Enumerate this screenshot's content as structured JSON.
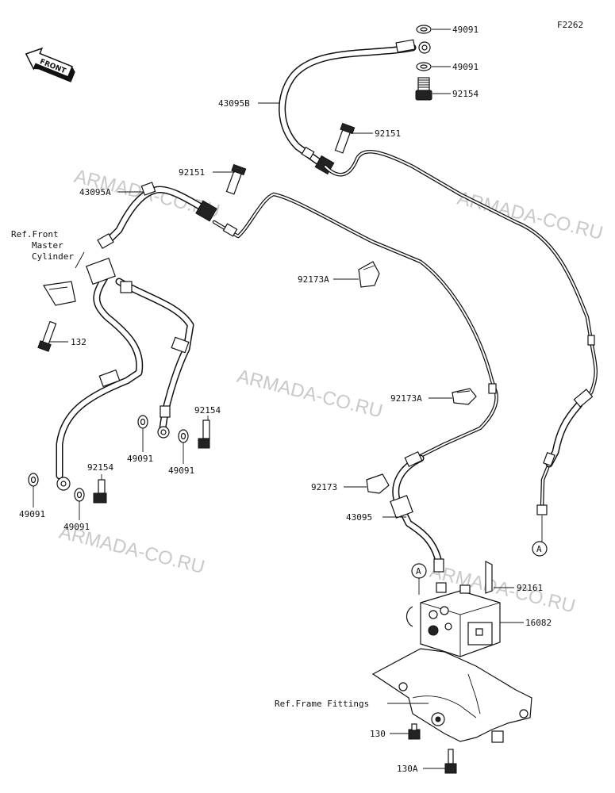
{
  "diagram_code": "F2262",
  "front_label": "FRONT",
  "watermark": "ARMADA-CO.RU",
  "parts": {
    "washer_top_1": "49091",
    "washer_top_2": "49091",
    "bolt_top": "92154",
    "hose_b": "43095B",
    "bolt_upper_mid": "92151",
    "bolt_upper_left": "92151",
    "hose_a": "43095A",
    "clamp_a_upper": "92173A",
    "bolt_master": "132",
    "bolt_left_mid": "92154",
    "washer_mid_1": "49091",
    "washer_mid_2": "49091",
    "clamp_a_lower": "92173A",
    "bolt_left_low": "92154",
    "washer_low_1": "49091",
    "washer_low_2": "49091",
    "clamp_plain": "92173",
    "hose_main": "43095",
    "bracket": "92161",
    "abs_unit": "16082",
    "bolt_frame": "130",
    "bolt_frame_a": "130A"
  },
  "refs": {
    "master_cylinder_line1": "Ref.Front",
    "master_cylinder_line2": "Master",
    "master_cylinder_line3": "Cylinder",
    "frame_fittings": "Ref.Frame Fittings"
  },
  "connector_a": "A",
  "connector_a_2": "A"
}
